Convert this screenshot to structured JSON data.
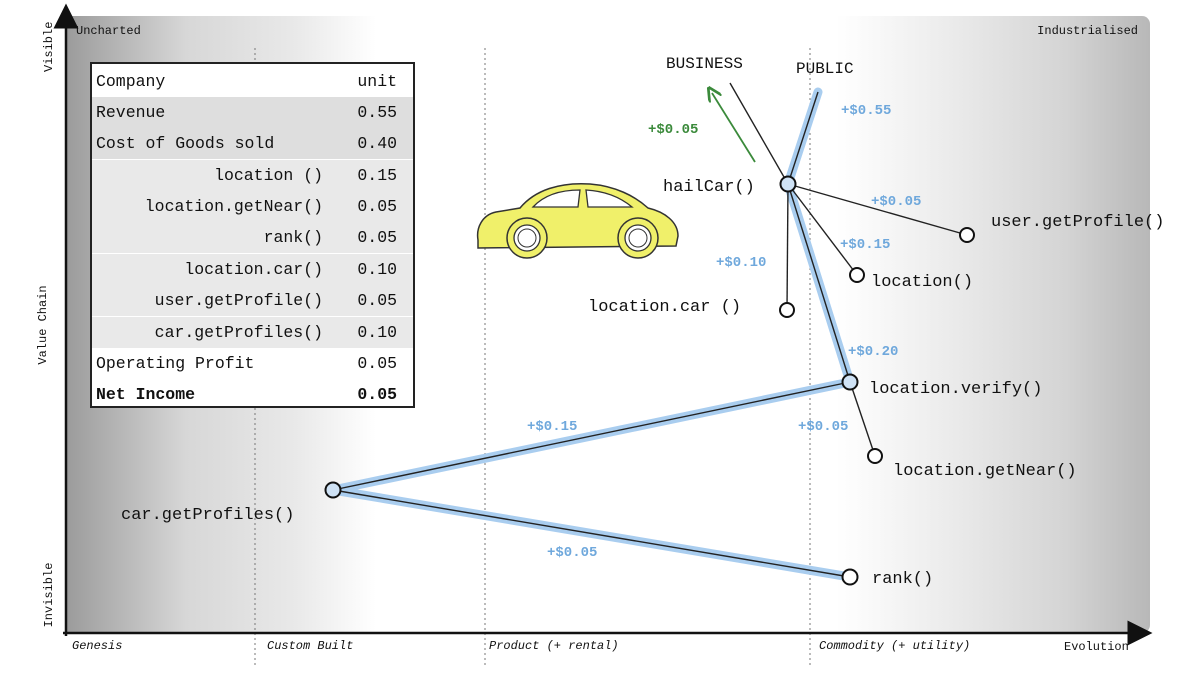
{
  "corners": {
    "top_left": "Uncharted",
    "top_right": "Industrialised"
  },
  "axes": {
    "y_label": "Value Chain",
    "y_top": "Visible",
    "y_bottom": "Invisible",
    "x_label": "Evolution",
    "stages": [
      "Genesis",
      "Custom Built",
      "Product (+ rental)",
      "Commodity (+ utility)"
    ]
  },
  "pl_table": {
    "header": {
      "label": "Company",
      "value": "unit"
    },
    "rows": [
      {
        "label": "Revenue",
        "value": "0.55",
        "style": "shaded"
      },
      {
        "label": "Cost of Goods sold",
        "value": "0.40",
        "style": "shaded"
      },
      {
        "label": "location ()",
        "value": "0.15",
        "style": "indent"
      },
      {
        "label": "location.getNear()",
        "value": "0.05",
        "style": "indent"
      },
      {
        "label": "rank()",
        "value": "0.05",
        "style": "indent"
      },
      {
        "label": "location.car()",
        "value": "0.10",
        "style": "indent"
      },
      {
        "label": "user.getProfile()",
        "value": "0.05",
        "style": "indent"
      },
      {
        "label": "car.getProfiles()",
        "value": "0.10",
        "style": "indent"
      },
      {
        "label": "Operating Profit",
        "value": "0.05",
        "style": "plain"
      },
      {
        "label": "Net Income",
        "value": "0.05",
        "style": "bold"
      }
    ]
  },
  "tags": {
    "business": "BUSINESS",
    "public": "PUBLIC"
  },
  "components": {
    "hailcar": "hailCar()",
    "user_getprofile": "user.getProfile()",
    "location": "location()",
    "location_car": "location.car ()",
    "location_verify": "location.verify()",
    "location_getnear": "location.getNear()",
    "car_getprofiles": "car.getProfiles()",
    "rank": "rank()"
  },
  "flows": {
    "business": "+$0.05",
    "public": "+$0.55",
    "user_getprofile": "+$0.05",
    "location": "+$0.15",
    "location_car": "+$0.10",
    "location_verify": "+$0.20",
    "location_getnear": "+$0.05",
    "car_getprofiles": "+$0.15",
    "rank": "+$0.05"
  },
  "colors": {
    "flow_highlight": "#a9cdef",
    "money_blue": "#6fa8dc",
    "money_green": "#3b8a3b",
    "car_body": "#f0f06a"
  },
  "icons": {
    "car": "car-icon"
  }
}
